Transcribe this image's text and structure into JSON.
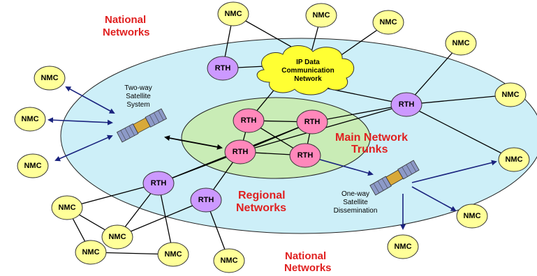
{
  "labels": {
    "national_top": [
      "National",
      "Networks"
    ],
    "national_bottom": [
      "National",
      "Networks"
    ],
    "main_trunks": [
      "Main Network",
      "Trunks"
    ],
    "regional": [
      "Regional",
      "Networks"
    ],
    "ip_cloud": [
      "IP Data",
      "Communication",
      "Network"
    ],
    "two_way": [
      "Two-way",
      "Satellite",
      "System"
    ],
    "one_way": [
      "One-way",
      "Satellite",
      "Dissemination"
    ]
  },
  "node_labels": {
    "nmc": "NMC",
    "rth": "RTH"
  },
  "colors": {
    "outer_ellipse": "#cdeff8",
    "inner_ellipse": "#c9ecb6",
    "nmc_fill": "#ffff99",
    "rth_fill": "#cc99ff",
    "rth_core_fill": "#ff88bb",
    "cloud_fill": "#ffff33",
    "title_red": "#e02020",
    "arrow_navy": "#1a237e"
  }
}
